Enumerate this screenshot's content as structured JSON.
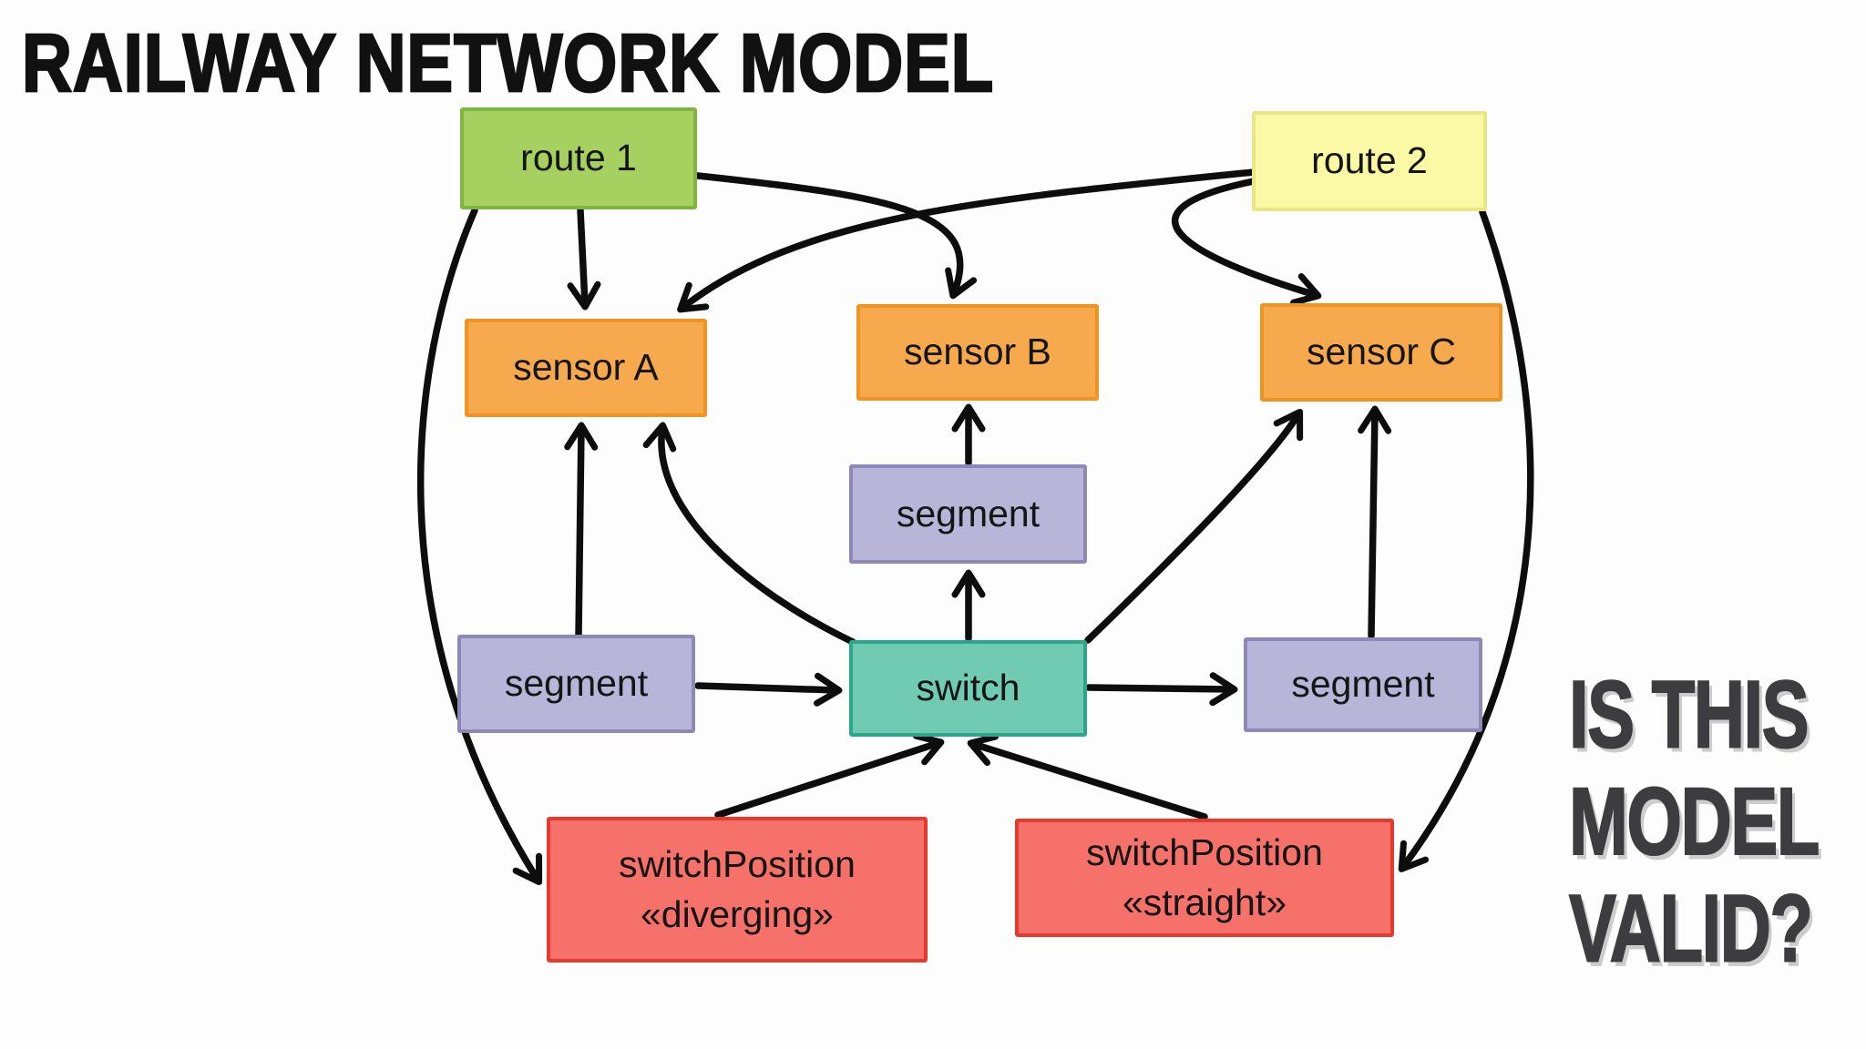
{
  "title": "RAILWAY NETWORK MODEL",
  "question": {
    "line1": "IS THIS",
    "line2": "MODEL",
    "line3": "VALID?"
  },
  "palette": {
    "green-fill": "#a6d05f",
    "green-border": "#7fb43e",
    "yellow-fill": "#fbf9a5",
    "yellow-border": "#e9e687",
    "orange-fill": "#f7a94e",
    "orange-border": "#ef9322",
    "purple-fill": "#b9b5d8",
    "purple-border": "#8d87ba",
    "teal-fill": "#70cbb2",
    "teal-border": "#2ba88c",
    "red-fill": "#f5716a",
    "red-border": "#e63a2e",
    "arrow": "#0d0d0d",
    "question-text": "#3d3d3f"
  },
  "nodes": {
    "route1": {
      "label": "route 1",
      "type": "route"
    },
    "route2": {
      "label": "route 2",
      "type": "route"
    },
    "sensorA": {
      "label": "sensor A",
      "type": "sensor"
    },
    "sensorB": {
      "label": "sensor B",
      "type": "sensor"
    },
    "sensorC": {
      "label": "sensor C",
      "type": "sensor"
    },
    "segmentLeft": {
      "label": "segment",
      "type": "segment"
    },
    "segmentMiddle": {
      "label": "segment",
      "type": "segment"
    },
    "segmentRight": {
      "label": "segment",
      "type": "segment"
    },
    "switch": {
      "label": "switch",
      "type": "switch"
    },
    "switchPosDiverging": {
      "label": "switchPosition",
      "stereotype": "«diverging»",
      "type": "switchPosition"
    },
    "switchPosStraight": {
      "label": "switchPosition",
      "stereotype": "«straight»",
      "type": "switchPosition"
    }
  },
  "edges": [
    {
      "from": "route1",
      "to": "sensorA"
    },
    {
      "from": "route1",
      "to": "sensorB"
    },
    {
      "from": "route1",
      "to": "switchPosDiverging"
    },
    {
      "from": "route2",
      "to": "sensorA"
    },
    {
      "from": "route2",
      "to": "sensorC"
    },
    {
      "from": "route2",
      "to": "switchPosStraight"
    },
    {
      "from": "segmentLeft",
      "to": "sensorA"
    },
    {
      "from": "segmentLeft",
      "to": "switch"
    },
    {
      "from": "switch",
      "to": "sensorA"
    },
    {
      "from": "switch",
      "to": "segmentMiddle"
    },
    {
      "from": "switch",
      "to": "segmentRight"
    },
    {
      "from": "switch",
      "to": "sensorC"
    },
    {
      "from": "segmentMiddle",
      "to": "sensorB"
    },
    {
      "from": "segmentRight",
      "to": "sensorC"
    },
    {
      "from": "switchPosDiverging",
      "to": "switch"
    },
    {
      "from": "switchPosStraight",
      "to": "switch"
    }
  ]
}
